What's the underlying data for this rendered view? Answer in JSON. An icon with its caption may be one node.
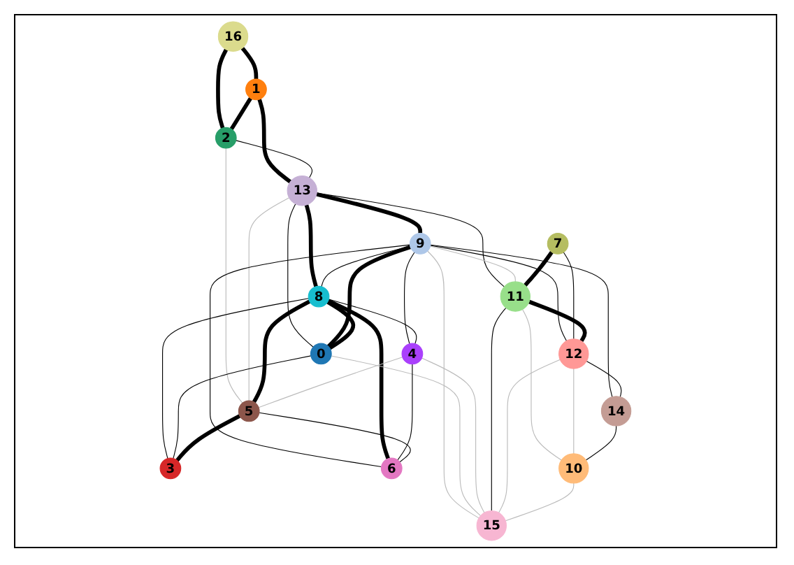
{
  "diagram": {
    "nodes": [
      {
        "text": [
          "0"
        ]
      },
      {
        "text": [
          "1"
        ]
      },
      {
        "text": [
          "2"
        ]
      },
      {
        "text": [
          "3"
        ]
      },
      {
        "text": [
          "4"
        ]
      },
      {
        "text": [
          "5"
        ]
      },
      {
        "text": [
          "6"
        ]
      },
      {
        "text": [
          "7"
        ]
      },
      {
        "text": [
          "8"
        ]
      },
      {
        "text": [
          "9"
        ]
      },
      {
        "text": [
          "10"
        ]
      },
      {
        "text": [
          "11"
        ]
      },
      {
        "text": [
          "12"
        ]
      },
      {
        "text": [
          "13"
        ]
      },
      {
        "text": [
          "14"
        ]
      },
      {
        "text": [
          "15"
        ]
      },
      {
        "text": [
          "16"
        ]
      }
    ],
    "edges": [
      {
        "from": 16,
        "to": 1,
        "arrow": "none",
        "style": "thick"
      },
      {
        "from": 16,
        "to": 2,
        "arrow": "none",
        "style": "thick"
      },
      {
        "from": 1,
        "to": 2,
        "arrow": "none",
        "style": "thick"
      },
      {
        "from": 1,
        "to": 13,
        "arrow": "none",
        "style": "thick"
      },
      {
        "from": 2,
        "to": 13,
        "arrow": "none"
      },
      {
        "from": 2,
        "to": 5,
        "arrow": "none",
        "color": "#bbbbbb"
      },
      {
        "from": 13,
        "to": 9,
        "arrow": "none",
        "style": "thick"
      },
      {
        "from": 13,
        "to": 8,
        "arrow": "none",
        "style": "thick"
      },
      {
        "from": 13,
        "to": 0,
        "arrow": "none"
      },
      {
        "from": 13,
        "to": 5,
        "arrow": "none",
        "color": "#bbbbbb"
      },
      {
        "from": 13,
        "to": 11,
        "arrow": "none"
      },
      {
        "from": 9,
        "to": 0,
        "arrow": "none",
        "style": "thick"
      },
      {
        "from": 9,
        "to": 8,
        "arrow": "none"
      },
      {
        "from": 9,
        "to": 6,
        "arrow": "none"
      },
      {
        "from": 9,
        "to": 4,
        "arrow": "none"
      },
      {
        "from": 9,
        "to": 11,
        "arrow": "none",
        "color": "#bbbbbb"
      },
      {
        "from": 9,
        "to": 12,
        "arrow": "none"
      },
      {
        "from": 9,
        "to": 14,
        "arrow": "none"
      },
      {
        "from": 9,
        "to": 15,
        "arrow": "none",
        "color": "#bbbbbb"
      },
      {
        "from": 8,
        "to": 0,
        "arrow": "none",
        "style": "thick"
      },
      {
        "from": 8,
        "to": 5,
        "arrow": "none",
        "style": "thick"
      },
      {
        "from": 8,
        "to": 6,
        "arrow": "none",
        "style": "thick"
      },
      {
        "from": 8,
        "to": 4,
        "arrow": "none"
      },
      {
        "from": 8,
        "to": 3,
        "arrow": "none"
      },
      {
        "from": 0,
        "to": 3,
        "arrow": "none"
      },
      {
        "from": 0,
        "to": 15,
        "arrow": "none",
        "color": "#bbbbbb"
      },
      {
        "from": 4,
        "to": 6,
        "arrow": "none"
      },
      {
        "from": 4,
        "to": 5,
        "arrow": "none",
        "color": "#bbbbbb"
      },
      {
        "from": 4,
        "to": 15,
        "arrow": "none",
        "color": "#bbbbbb"
      },
      {
        "from": 5,
        "to": 3,
        "arrow": "none",
        "style": "thick"
      },
      {
        "from": 5,
        "to": 6,
        "arrow": "none"
      },
      {
        "from": 7,
        "to": 11,
        "arrow": "none",
        "style": "thick"
      },
      {
        "from": 7,
        "to": 12,
        "arrow": "none"
      },
      {
        "from": 11,
        "to": 12,
        "arrow": "none",
        "style": "thick"
      },
      {
        "from": 11,
        "to": 15,
        "arrow": "none"
      },
      {
        "from": 11,
        "to": 10,
        "arrow": "none",
        "color": "#bbbbbb"
      },
      {
        "from": 12,
        "to": 14,
        "arrow": "none"
      },
      {
        "from": 12,
        "to": 10,
        "arrow": "none",
        "color": "#bbbbbb"
      },
      {
        "from": 12,
        "to": 15,
        "arrow": "none",
        "color": "#bbbbbb"
      },
      {
        "from": 14,
        "to": 10,
        "arrow": "none"
      },
      {
        "from": 10,
        "to": 15,
        "arrow": "none",
        "color": "#bbbbbb"
      }
    ]
  }
}
